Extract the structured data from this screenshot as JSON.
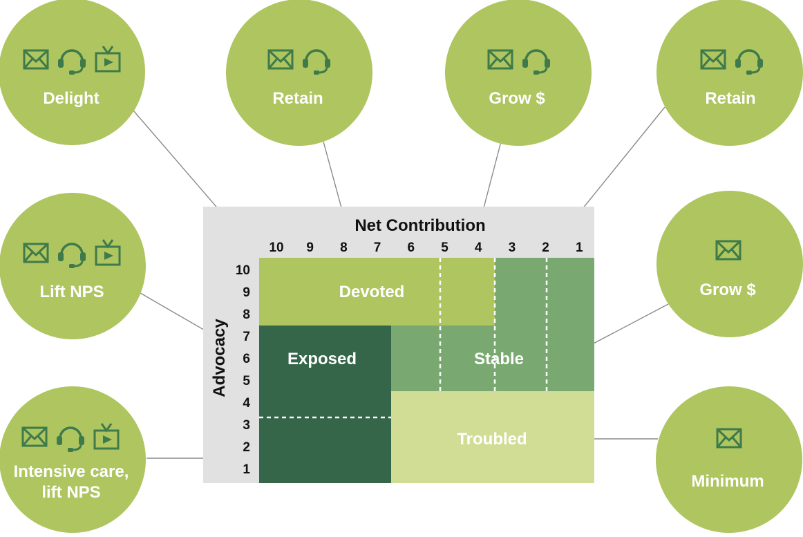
{
  "matrix": {
    "x_title": "Net Contribution",
    "y_title": "Advocacy",
    "x_ticks": [
      "10",
      "9",
      "8",
      "7",
      "6",
      "5",
      "4",
      "3",
      "2",
      "1"
    ],
    "y_ticks": [
      "10",
      "9",
      "8",
      "7",
      "6",
      "5",
      "4",
      "3",
      "2",
      "1"
    ],
    "segments": {
      "devoted": "Devoted",
      "exposed": "Exposed",
      "stable": "Stable",
      "troubled": "Troubled"
    }
  },
  "colors": {
    "circle": "#aec560",
    "icon": "#3e7a4a",
    "devoted": "#aec560",
    "exposed": "#36664a",
    "stable": "#79a870",
    "troubled": "#d1dc95",
    "panel": "#e1e1e1",
    "connector": "#8a8a8a"
  },
  "actions": {
    "delight": {
      "label": "Delight",
      "icons": [
        "mail-icon",
        "headset-icon",
        "video-icon"
      ]
    },
    "retain_a": {
      "label": "Retain",
      "icons": [
        "mail-icon",
        "headset-icon"
      ]
    },
    "grow_a": {
      "label": "Grow $",
      "icons": [
        "mail-icon",
        "headset-icon"
      ]
    },
    "retain_b": {
      "label": "Retain",
      "icons": [
        "mail-icon",
        "headset-icon"
      ]
    },
    "lift_nps": {
      "label": "Lift NPS",
      "icons": [
        "mail-icon",
        "headset-icon",
        "video-icon"
      ]
    },
    "grow_b": {
      "label": "Grow $",
      "icons": [
        "mail-icon"
      ]
    },
    "intensive": {
      "label_line1": "Intensive care,",
      "label_line2": "lift NPS",
      "icons": [
        "mail-icon",
        "headset-icon",
        "video-icon"
      ]
    },
    "minimum": {
      "label": "Minimum",
      "icons": [
        "mail-icon"
      ]
    }
  }
}
